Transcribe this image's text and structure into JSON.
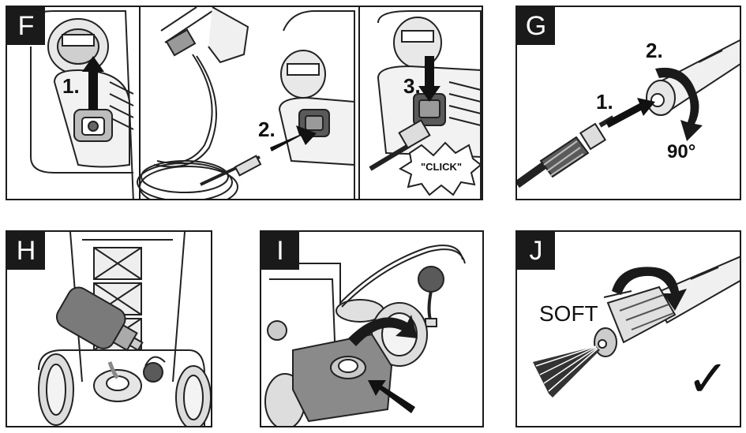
{
  "panels": {
    "F": {
      "letter": "F",
      "step1": "1.",
      "step2": "2.",
      "step3": "3.",
      "click_label": "\"CLICK\""
    },
    "G": {
      "letter": "G",
      "step1": "1.",
      "step2": "2.",
      "angle": "90°"
    },
    "H": {
      "letter": "H"
    },
    "I": {
      "letter": "I"
    },
    "J": {
      "letter": "J",
      "soft_label": "SOFT",
      "check": "✓"
    }
  }
}
